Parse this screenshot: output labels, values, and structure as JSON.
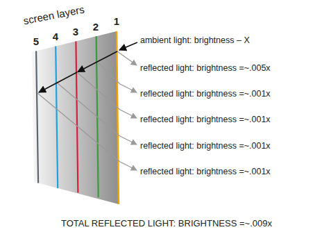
{
  "diagram": {
    "caption": "TOTAL REFLECTED LIGHT: BRIGHTNESS =~.009x",
    "labels": [
      "screen layers",
      "5",
      "4",
      "3",
      "2",
      "1",
      "ambient light: brightness – X",
      "reflected light: brightness =~.005x",
      "reflected light: brightness =~.001x",
      "reflected light: brightness =~.001x",
      "reflected light: brightness =~.001x",
      "reflected light: brightness =~.001x"
    ]
  }
}
